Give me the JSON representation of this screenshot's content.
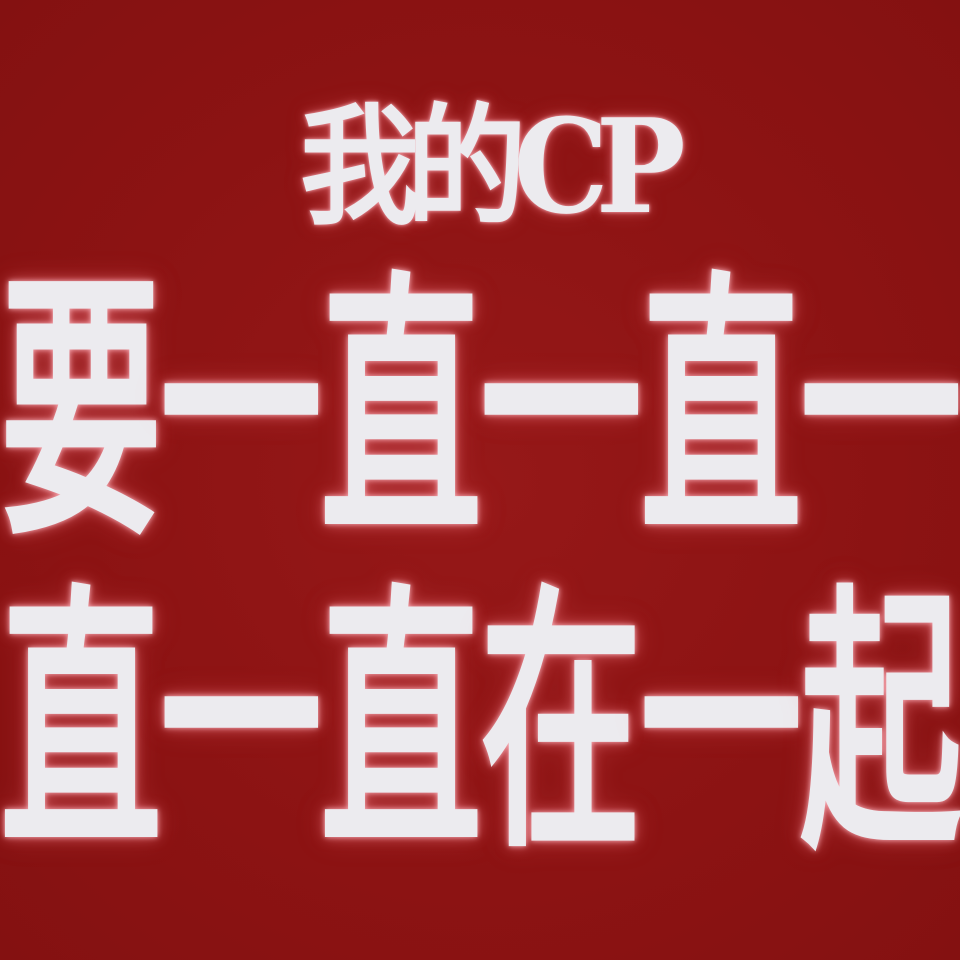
{
  "colors": {
    "background": "#8e1414",
    "text": "#ecebef",
    "glow": "#ff9aa5"
  },
  "title": "我的CP",
  "lines": [
    {
      "chars": [
        "要",
        "一",
        "直",
        "一",
        "直",
        "一"
      ]
    },
    {
      "chars": [
        "直",
        "一",
        "直",
        "在",
        "一",
        "起"
      ]
    }
  ]
}
